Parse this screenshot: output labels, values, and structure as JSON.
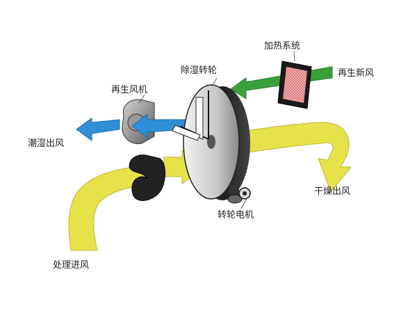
{
  "labels": {
    "heating_system": "加热系统",
    "regen_fresh_air": "再生新风",
    "desiccant_wheel": "除湿转轮",
    "regen_fan": "再生风机",
    "humid_outlet": "潮湿出风",
    "wheel_motor": "转轮电机",
    "dry_outlet": "干燥出风",
    "process_inlet": "处理进风"
  },
  "colors": {
    "process_air": "#e6e24a",
    "regen_fresh": "#3aa13a",
    "regen_exhaust": "#2e8fd6",
    "heater_element": "#e88a8a",
    "wheel_face": "#c9c9c9"
  }
}
